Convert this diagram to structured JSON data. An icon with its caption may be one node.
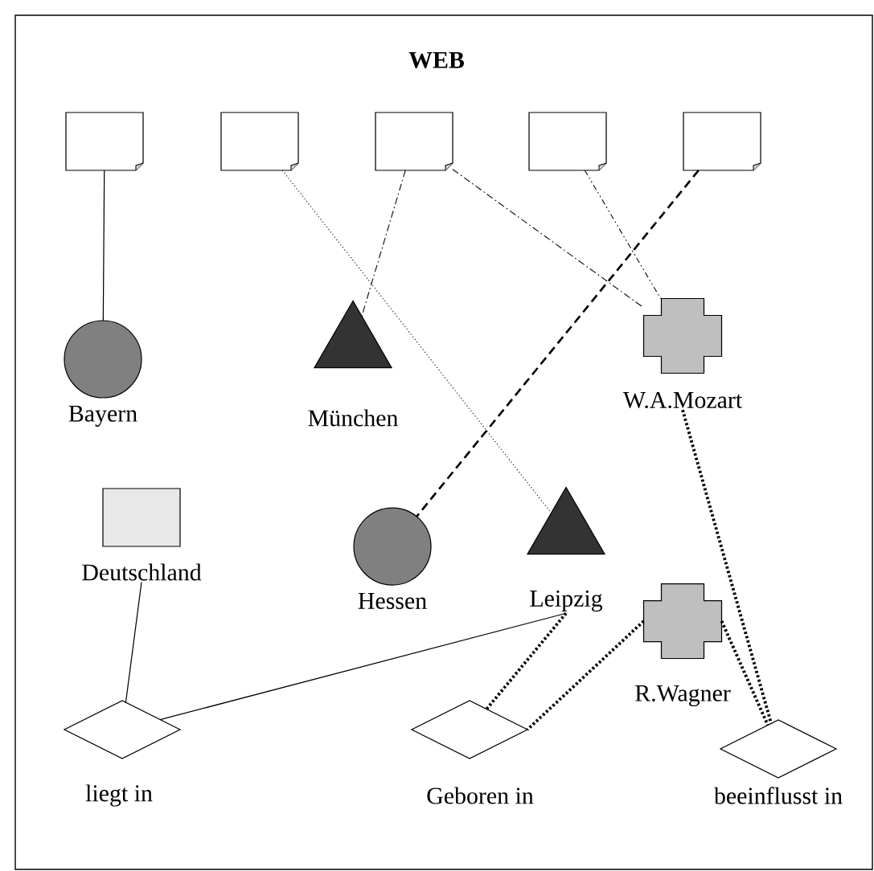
{
  "diagram": {
    "title": "WEB",
    "nodes": [
      {
        "text": [],
        "shape": "document"
      },
      {
        "text": [],
        "shape": "document"
      },
      {
        "text": [],
        "shape": "document"
      },
      {
        "text": [],
        "shape": "document"
      },
      {
        "text": [],
        "shape": "document"
      },
      {
        "text": [
          "Bayern"
        ]
      },
      {
        "text": [
          "München"
        ]
      },
      {
        "text": [
          "W.A.Mozart"
        ]
      },
      {
        "text": [
          "Deutschland"
        ]
      },
      {
        "text": [
          "Hessen"
        ]
      },
      {
        "text": [
          "Leipzig"
        ]
      },
      {
        "text": [
          "R.Wagner"
        ]
      },
      {
        "text": [
          "liegt in"
        ]
      },
      {
        "text": [
          "Geboren in"
        ]
      },
      {
        "text": [
          "beeinflusst in"
        ]
      }
    ],
    "edges": [
      {
        "from": 0,
        "to": 5,
        "arrow": "none"
      },
      {
        "from": 1,
        "to": 10,
        "arrow": "none",
        "style": "dashed"
      },
      {
        "from": 2,
        "to": 6,
        "arrow": "none",
        "style": "dashed"
      },
      {
        "from": 2,
        "to": 7,
        "arrow": "none",
        "style": "dashed"
      },
      {
        "from": 3,
        "to": 7,
        "arrow": "none",
        "style": "dashed"
      },
      {
        "from": 4,
        "to": 9,
        "arrow": "none",
        "style": "dashed"
      },
      {
        "from": 8,
        "to": 12,
        "arrow": "none"
      },
      {
        "from": 10,
        "to": 12,
        "arrow": "none"
      },
      {
        "from": 10,
        "to": 13,
        "arrow": "none",
        "style": "dashed"
      },
      {
        "from": 11,
        "to": 13,
        "arrow": "none",
        "style": "dashed"
      },
      {
        "from": 11,
        "to": 14,
        "arrow": "none",
        "style": "dashed"
      },
      {
        "from": 7,
        "to": 14,
        "arrow": "none",
        "style": "dashed"
      }
    ]
  }
}
